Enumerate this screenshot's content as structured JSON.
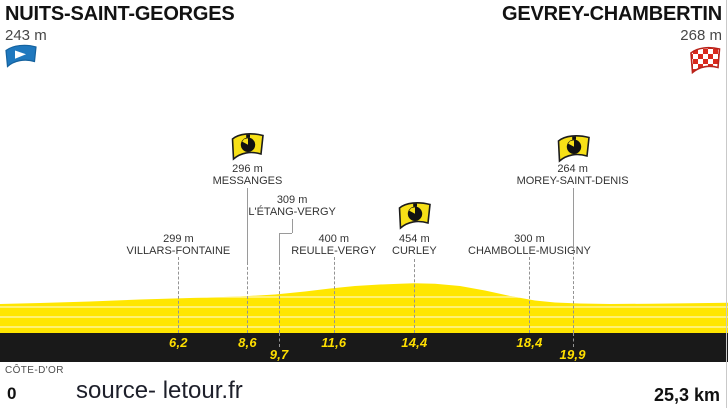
{
  "header": {
    "start": {
      "name": "NUITS-SAINT-GEORGES",
      "elevation": "243 m"
    },
    "finish": {
      "name": "GEVREY-CHAMBERTIN",
      "elevation": "268 m"
    }
  },
  "footer": {
    "region": "CÔTE-D'OR",
    "km_start": "0",
    "source": "source- letour.fr",
    "total_distance": "25,3 km"
  },
  "colors": {
    "profile_yellow": "#ffe600",
    "bar_black": "#191919",
    "km_text_yellow": "#ffdf00",
    "start_flag_blue": "#1f78be",
    "finish_flag_red": "#d9291c",
    "chrono_flag_yellow": "#f7e017"
  },
  "chart_data": {
    "type": "area",
    "title": "Stage elevation profile Nuits-Saint-Georges to Gevrey-Chambertin",
    "x_unit": "km",
    "y_unit": "m",
    "total_distance_km": 25.3,
    "start": {
      "name": "NUITS-SAINT-GEORGES",
      "elevation_m": 243,
      "km": 0
    },
    "finish": {
      "name": "GEVREY-CHAMBERTIN",
      "elevation_m": 268,
      "km": 25.3
    },
    "waypoints": [
      {
        "name": "VILLARS-FONTAINE",
        "elevation": "299 m",
        "elevation_m": 299,
        "km": 6.2,
        "km_label": "6,2",
        "timecheck": false
      },
      {
        "name": "MESSANGES",
        "elevation": "296 m",
        "elevation_m": 296,
        "km": 8.6,
        "km_label": "8,6",
        "timecheck": true
      },
      {
        "name": "L'ÉTANG-VERGY",
        "elevation": "309 m",
        "elevation_m": 309,
        "km": 9.7,
        "km_label": "9,7",
        "timecheck": false
      },
      {
        "name": "REULLE-VERGY",
        "elevation": "400 m",
        "elevation_m": 400,
        "km": 11.6,
        "km_label": "11,6",
        "timecheck": false
      },
      {
        "name": "CURLEY",
        "elevation": "454 m",
        "elevation_m": 454,
        "km": 14.4,
        "km_label": "14,4",
        "timecheck": true
      },
      {
        "name": "CHAMBOLLE-MUSIGNY",
        "elevation": "300 m",
        "elevation_m": 300,
        "km": 18.4,
        "km_label": "18,4",
        "timecheck": false
      },
      {
        "name": "MOREY-SAINT-DENIS",
        "elevation": "264 m",
        "elevation_m": 264,
        "km": 19.9,
        "km_label": "19,9",
        "timecheck": true
      }
    ],
    "profile_estimate": [
      {
        "km": 0,
        "m": 243
      },
      {
        "km": 4,
        "m": 265
      },
      {
        "km": 6.2,
        "m": 299
      },
      {
        "km": 8.6,
        "m": 296
      },
      {
        "km": 9.7,
        "m": 309
      },
      {
        "km": 11.6,
        "m": 400
      },
      {
        "km": 14.4,
        "m": 454
      },
      {
        "km": 16.5,
        "m": 360
      },
      {
        "km": 18.4,
        "m": 300
      },
      {
        "km": 19.9,
        "m": 264
      },
      {
        "km": 22,
        "m": 266
      },
      {
        "km": 25.3,
        "m": 268
      }
    ],
    "legend_position": "none",
    "grid": "horizontal-stripes-in-fill"
  }
}
